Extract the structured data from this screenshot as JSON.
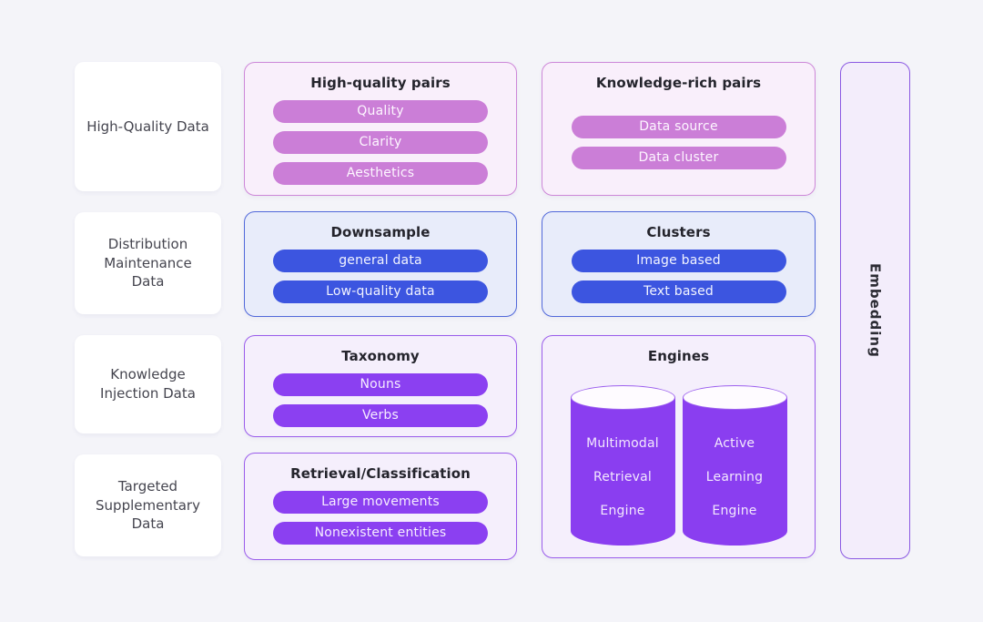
{
  "colors": {
    "page_bg": "#f4f4f9",
    "pink_pill": "#cb7ed7",
    "pink_box_bg": "#f9effb",
    "pink_box_border": "#cd87d8",
    "blue_pill": "#3c55e0",
    "blue_box_bg": "#e8ecfa",
    "blue_box_border": "#5168da",
    "purple_pill": "#8b40f1",
    "purple_box_bg": "#f5effc",
    "purple_box_border": "#9a5ceb",
    "cylinder_fill": "#8a3ef0",
    "embedding_bg": "#f3edfb",
    "embedding_border": "#8a58e2"
  },
  "left_cards": [
    {
      "label": "High-Quality Data"
    },
    {
      "label": "Distribution Maintenance Data"
    },
    {
      "label": "Knowledge Injection Data"
    },
    {
      "label": "Targeted Supplementary Data"
    }
  ],
  "groups": [
    {
      "title": "High-quality pairs",
      "pills": [
        "Quality",
        "Clarity",
        "Aesthetics"
      ]
    },
    {
      "title": "Knowledge-rich pairs",
      "pills": [
        "Data source",
        "Data cluster"
      ]
    },
    {
      "title": "Downsample",
      "pills": [
        "general data",
        "Low-quality data"
      ]
    },
    {
      "title": "Clusters",
      "pills": [
        "Image based",
        "Text based"
      ]
    },
    {
      "title": "Taxonomy",
      "pills": [
        "Nouns",
        "Verbs"
      ]
    },
    {
      "title": "Engines",
      "cylinders": [
        {
          "lines": [
            "Multimodal",
            "Retrieval",
            "Engine"
          ]
        },
        {
          "lines": [
            "Active",
            "Learning",
            "Engine"
          ]
        }
      ]
    },
    {
      "title": "Retrieval/Classification",
      "pills": [
        "Large movements",
        "Nonexistent entities"
      ]
    }
  ],
  "embedding": {
    "label": "Embedding"
  }
}
